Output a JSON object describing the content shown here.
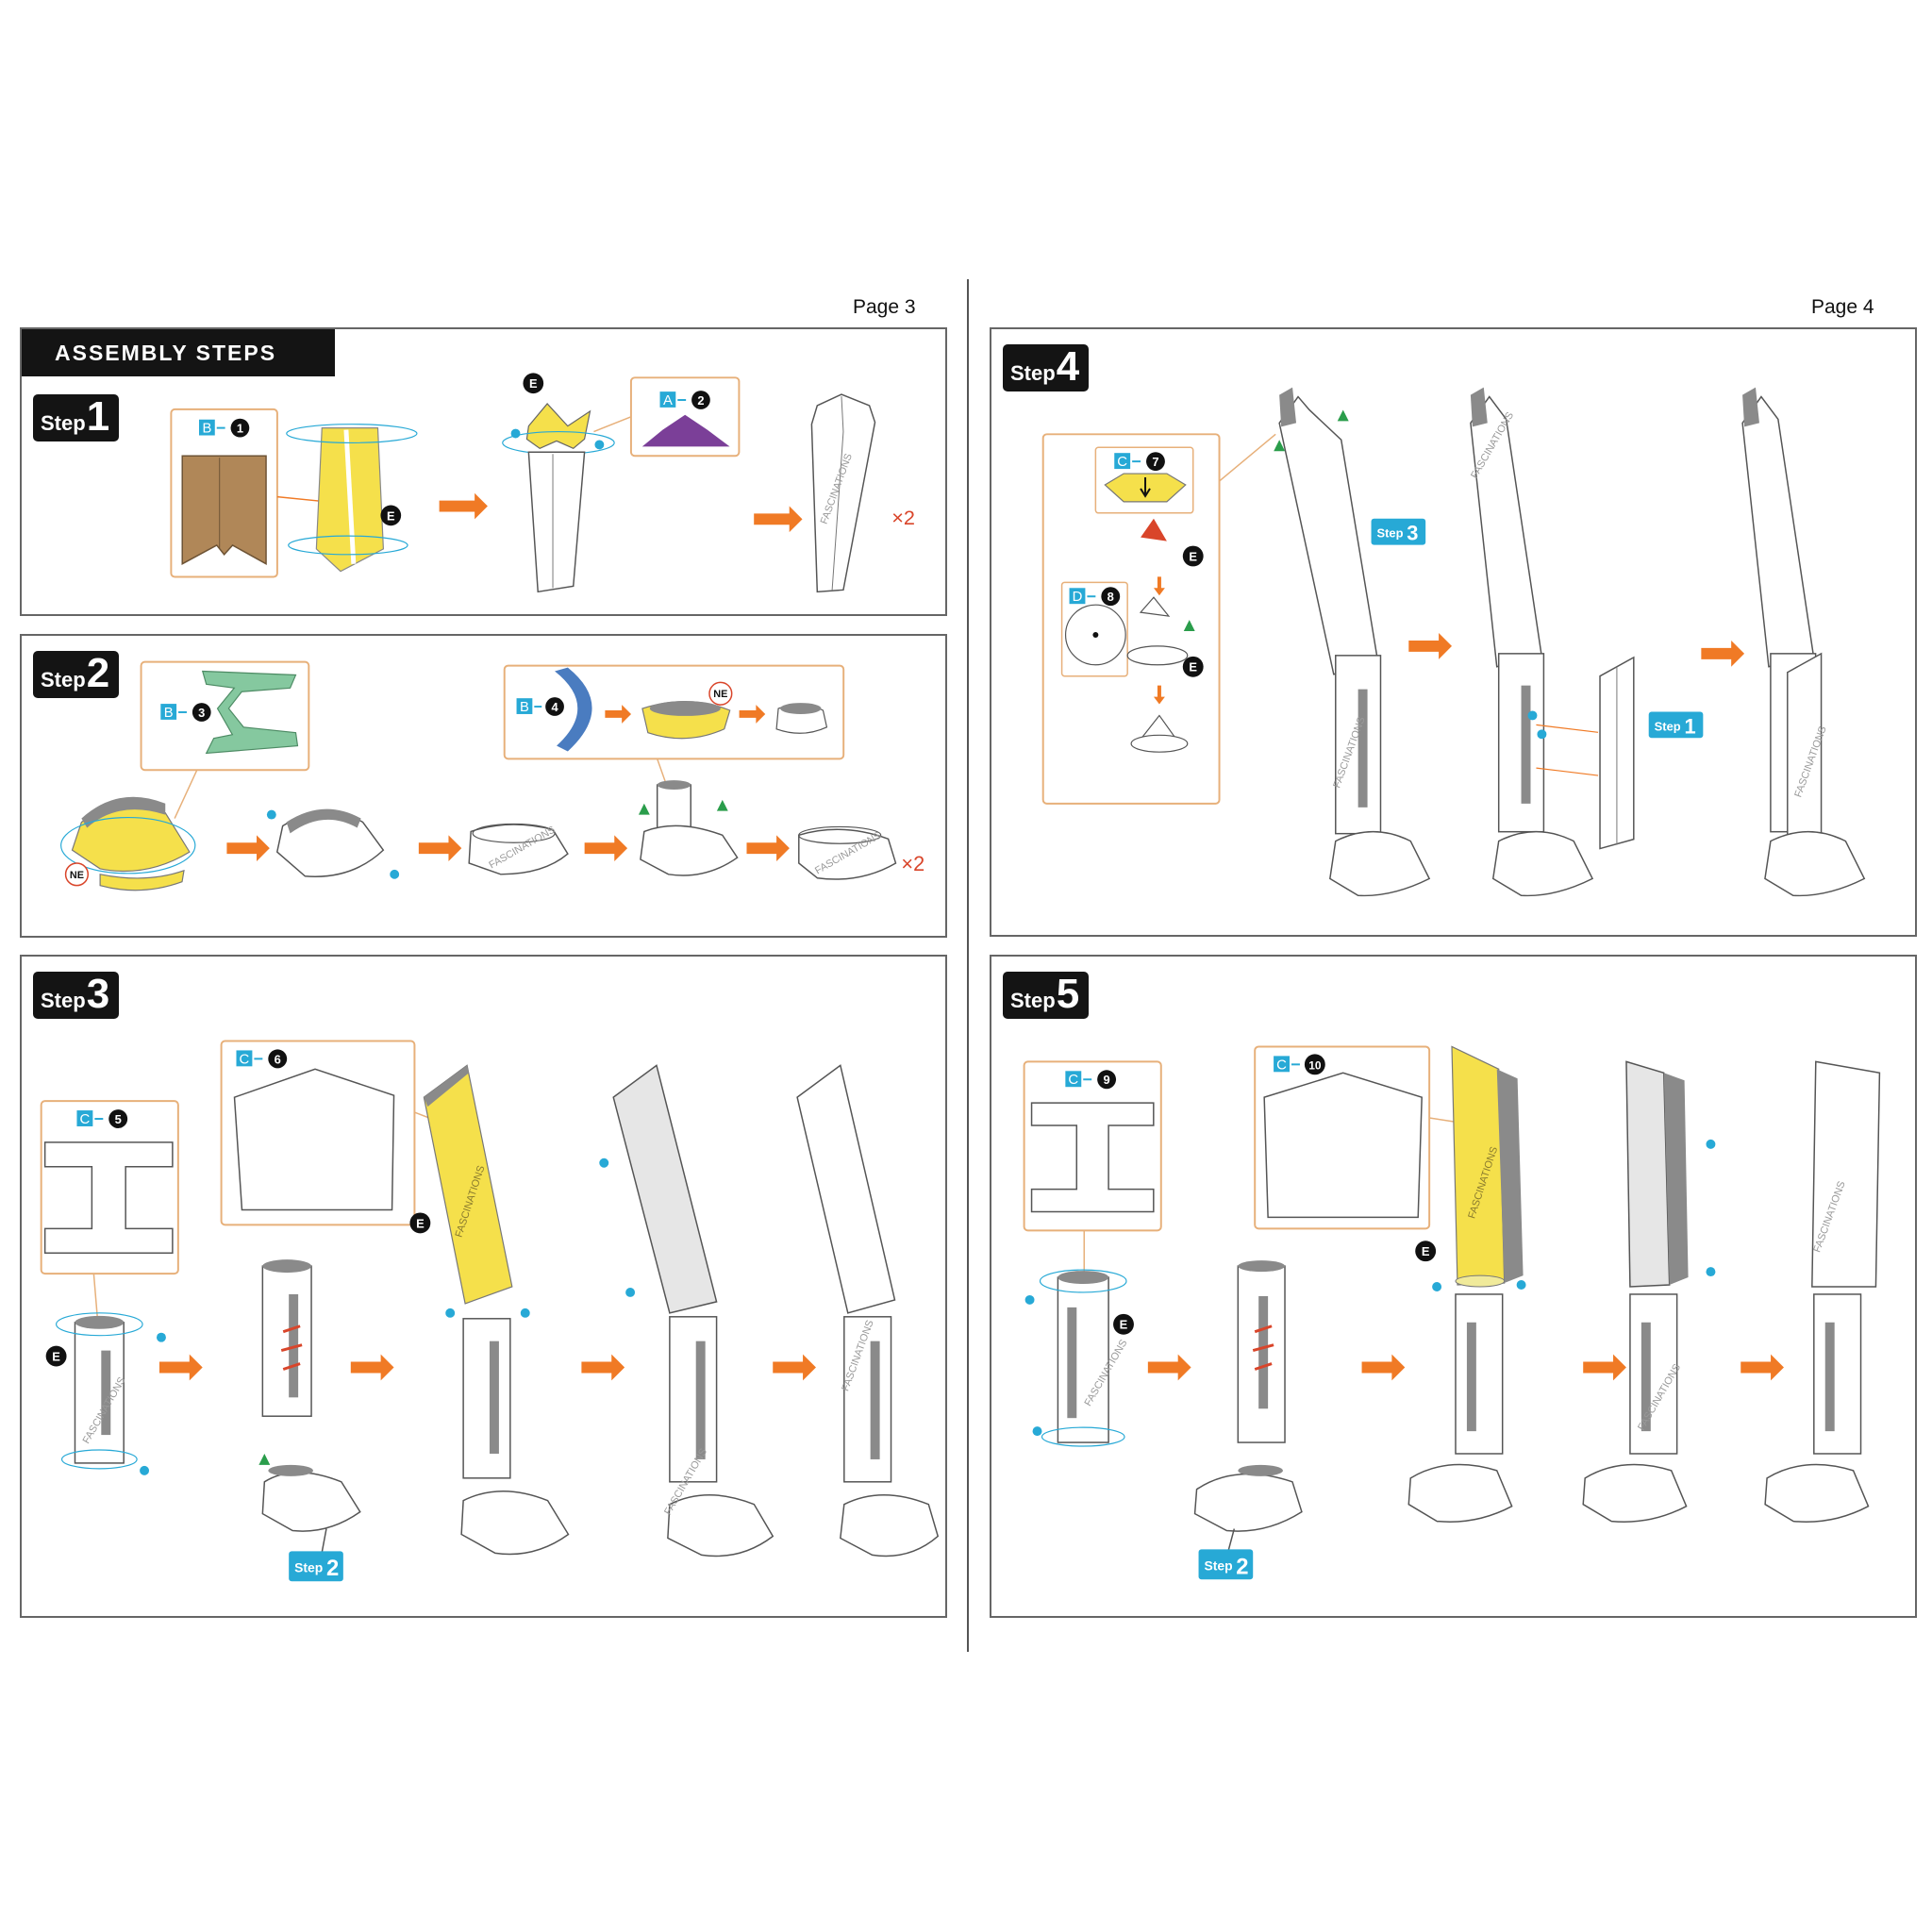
{
  "pages": {
    "left": "Page 3",
    "right": "Page 4"
  },
  "header": {
    "title": "ASSEMBLY STEPS"
  },
  "step_word": "Step",
  "steps": [
    {
      "number": "1",
      "multiplier": "×2"
    },
    {
      "number": "2",
      "multiplier": "×2"
    },
    {
      "number": "3"
    },
    {
      "number": "4"
    },
    {
      "number": "5"
    }
  ],
  "parts": {
    "p1": {
      "sheet": "B",
      "num": "1"
    },
    "p2": {
      "sheet": "A",
      "num": "2"
    },
    "p3": {
      "sheet": "B",
      "num": "3"
    },
    "p4": {
      "sheet": "B",
      "num": "4"
    },
    "p5": {
      "sheet": "C",
      "num": "5"
    },
    "p6": {
      "sheet": "C",
      "num": "6"
    },
    "p7": {
      "sheet": "C",
      "num": "7"
    },
    "p8": {
      "sheet": "D",
      "num": "8"
    },
    "p9": {
      "sheet": "C",
      "num": "9"
    },
    "p10": {
      "sheet": "C",
      "num": "10"
    }
  },
  "markers": {
    "e": "E",
    "ne": "NE"
  },
  "refs": {
    "step1": "1",
    "step2": "2",
    "step3": "3"
  },
  "watermark": "FASCINATIONS",
  "colors": {
    "cyan": "#27a9d6",
    "orange_arrow": "#f07a25",
    "callout_border": "#e7b07a",
    "yellow": "#f5e04b",
    "brown": "#b08758",
    "purple": "#7b3f98",
    "green_piece": "#85c89f",
    "blue_piece": "#4a7cc0",
    "gray_slot": "#8a8a8a",
    "red_piece": "#d9452a",
    "green_tri": "#2a9d4b"
  }
}
